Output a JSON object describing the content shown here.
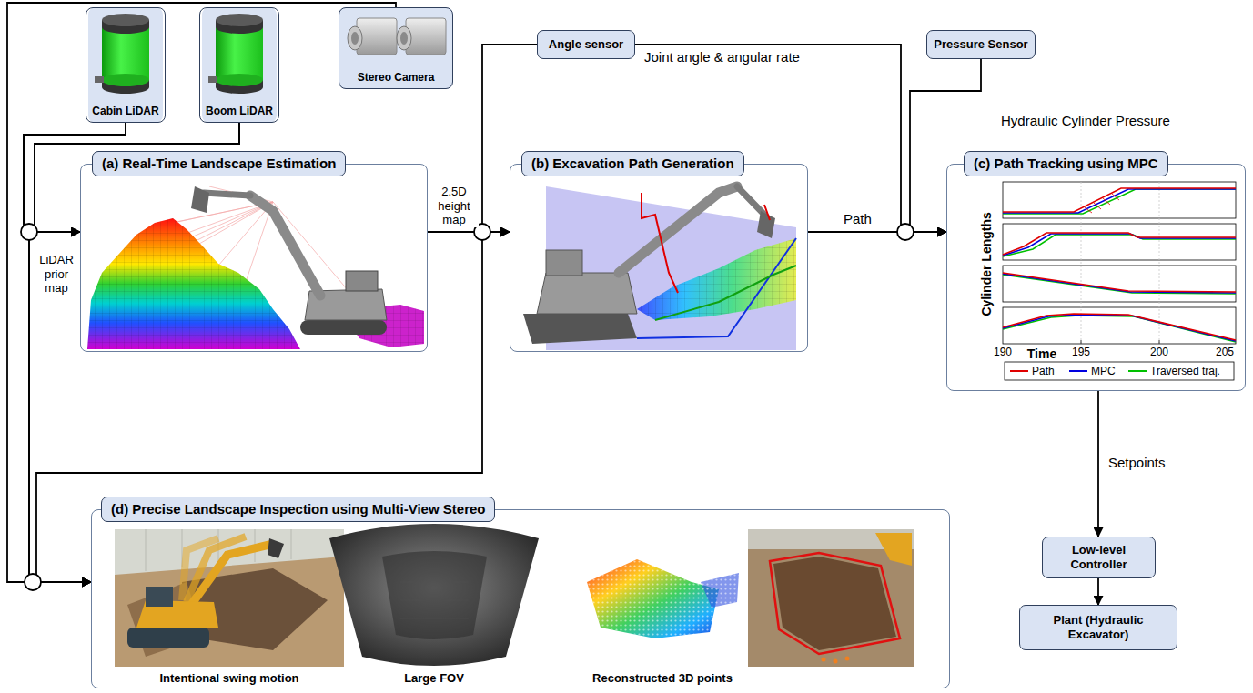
{
  "diagram": {
    "nodes": [
      {
        "text": [
          "Cabin LiDAR"
        ]
      },
      {
        "text": [
          "Boom LiDAR"
        ]
      },
      {
        "text": [
          "Stereo Camera"
        ]
      },
      {
        "text": [
          "Angle sensor"
        ]
      },
      {
        "text": [
          "Pressure Sensor"
        ]
      },
      {
        "text": [
          "(a) Real-Time Landscape Estimation"
        ]
      },
      {
        "text": [
          "(b) Excavation Path Generation"
        ]
      },
      {
        "text": [
          "(c) Path Tracking using MPC"
        ]
      },
      {
        "text": [
          "(d) Precise Landscape Inspection using Multi-View Stereo"
        ]
      },
      {
        "text": [
          "Low-level Controller"
        ]
      },
      {
        "text": [
          "Plant (Hydraulic Excavator)"
        ]
      }
    ],
    "edges": [
      {
        "from": 0,
        "to": 5,
        "arrow": "to"
      },
      {
        "from": 1,
        "to": 5,
        "arrow": "to"
      },
      {
        "from": 2,
        "to": 8,
        "arrow": "to"
      },
      {
        "from": 5,
        "to": 6,
        "label": "2.5D height map",
        "arrow": "to"
      },
      {
        "from": 0,
        "to": 8,
        "label": "LiDAR prior map",
        "arrow": "to"
      },
      {
        "from": 1,
        "to": 8,
        "arrow": "to"
      },
      {
        "from": 5,
        "to": 8,
        "arrow": "to"
      },
      {
        "from": 3,
        "to": 6,
        "arrow": "to"
      },
      {
        "from": 3,
        "to": 7,
        "label": "Joint angle & angular rate",
        "arrow": "to"
      },
      {
        "from": 4,
        "to": 7,
        "label": "Hydraulic Cylinder Pressure",
        "arrow": "to"
      },
      {
        "from": 6,
        "to": 7,
        "label": "Path",
        "arrow": "to"
      },
      {
        "from": 7,
        "to": 9,
        "label": "Setpoints",
        "arrow": "to"
      },
      {
        "from": 9,
        "to": 10,
        "arrow": "to"
      }
    ],
    "labels": [
      "Cylinder Lengths",
      "Time",
      "190",
      "195",
      "200",
      "205",
      "Intentional swing motion",
      "Large FOV",
      "Reconstructed 3D points"
    ],
    "legend": [
      {
        "text": "Path"
      },
      {
        "text": "MPC"
      },
      {
        "text": "Traversed traj."
      }
    ]
  }
}
